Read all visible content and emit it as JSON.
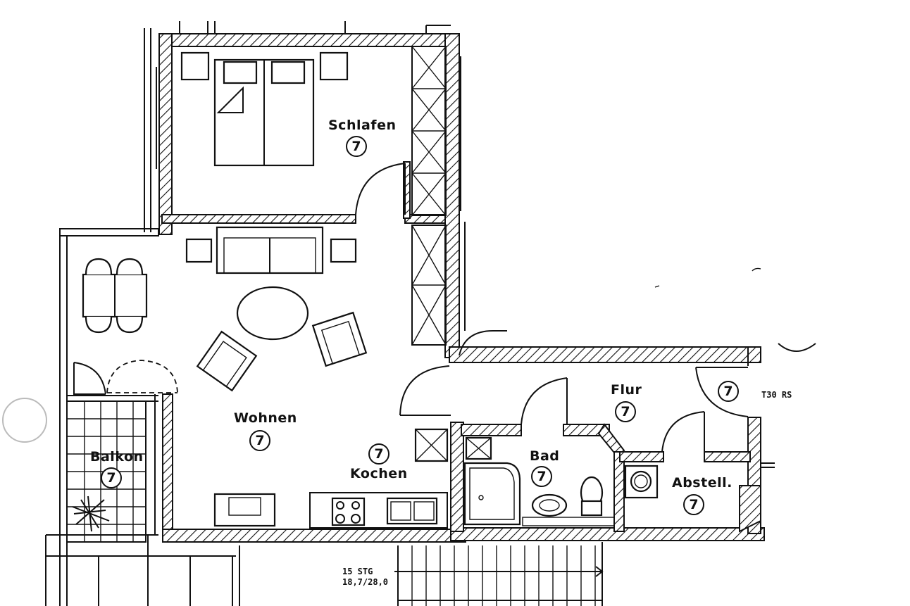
{
  "rooms": [
    {
      "name": "Schlafen",
      "number": "7"
    },
    {
      "name": "Wohnen",
      "number": "7"
    },
    {
      "name": "Kochen",
      "number": "7"
    },
    {
      "name": "Balkon",
      "number": "7"
    },
    {
      "name": "Flur",
      "number": "7"
    },
    {
      "name": "Bad",
      "number": "7"
    },
    {
      "name": "Abstell.",
      "number": "7"
    }
  ],
  "door_marker": {
    "number": "7",
    "label": "T30 RS"
  },
  "stairs": {
    "steps_label": "15 STG",
    "ratio_label": "18,7/28,0"
  }
}
